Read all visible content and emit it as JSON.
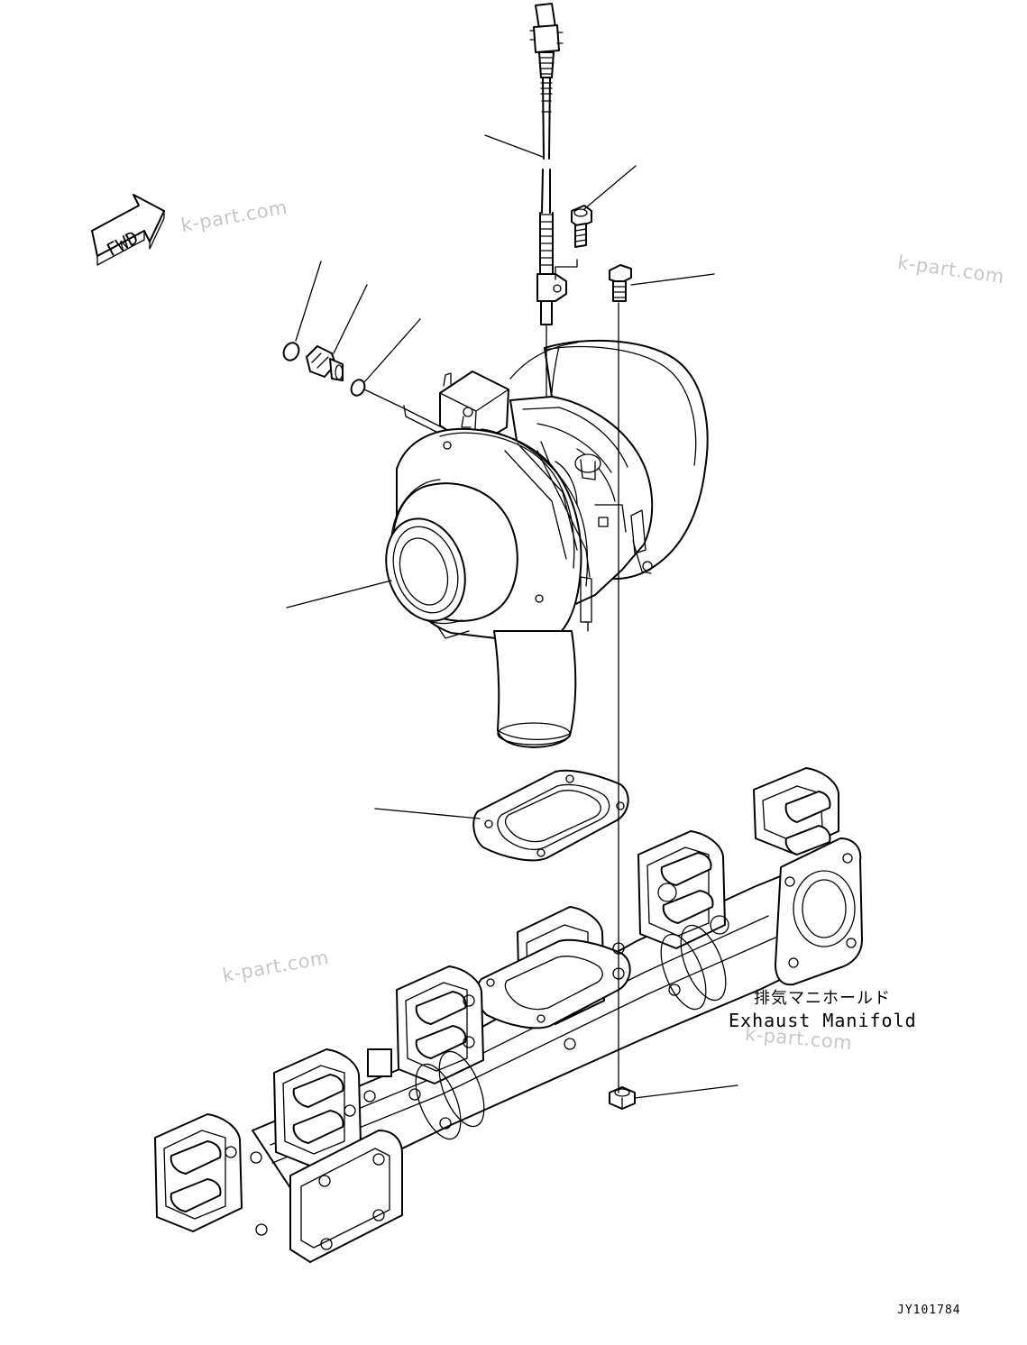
{
  "direction_indicator": {
    "label": "FWD",
    "icon": "fwd-arrow-icon"
  },
  "watermarks": [
    "k-part.com",
    "k-part.com",
    "k-part.com",
    "k-part.com"
  ],
  "manifold_caption": {
    "japanese": "排気マニホールド",
    "english": "Exhaust Manifold"
  },
  "drawing_code": "JY101784",
  "parts": [
    {
      "name": "turbo-speed-sensor"
    },
    {
      "name": "sensor-mounting-bolt"
    },
    {
      "name": "turbo-mounting-stud-bolt"
    },
    {
      "name": "o-ring-left"
    },
    {
      "name": "adapter-fitting"
    },
    {
      "name": "o-ring-right"
    },
    {
      "name": "turbocharger-assembly"
    },
    {
      "name": "turbocharger-gasket"
    },
    {
      "name": "turbo-mounting-nut"
    },
    {
      "name": "exhaust-manifold"
    }
  ]
}
